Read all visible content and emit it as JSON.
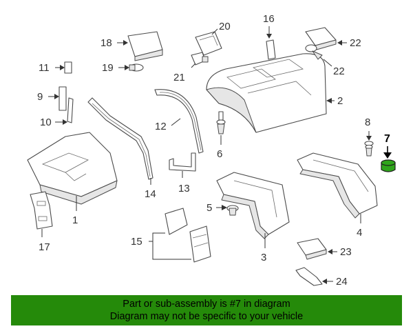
{
  "diagram": {
    "callouts": [
      "1",
      "2",
      "3",
      "4",
      "5",
      "6",
      "7",
      "8",
      "9",
      "10",
      "11",
      "12",
      "13",
      "14",
      "15",
      "16",
      "17",
      "18",
      "19",
      "20",
      "21",
      "22",
      "22",
      "23",
      "24"
    ],
    "highlighted_part": "7",
    "highlight_color": "#2fa51b"
  },
  "banner": {
    "line1": "Part or sub-assembly is #7 in diagram",
    "line2": "Diagram may not be specific to your vehicle",
    "background": "#258a0a"
  }
}
